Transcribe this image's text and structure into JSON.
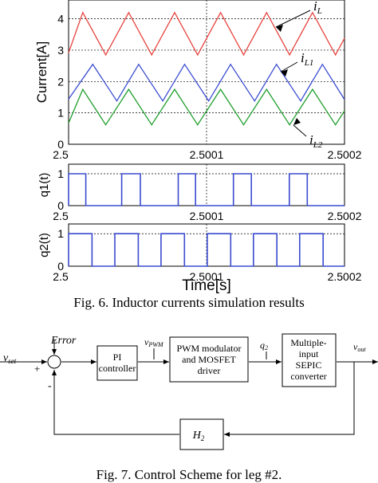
{
  "figure6": {
    "caption": "Fig. 6.    Inductor currents simulation results",
    "x_tick_labels": [
      "2.5",
      "2.5001",
      "2.5002"
    ],
    "xlabel": "Time[s]"
  },
  "chart_data": [
    {
      "type": "line",
      "ylabel": "Current[A]",
      "xlim": [
        2.5,
        2.5002
      ],
      "ylim": [
        0,
        4.6
      ],
      "y_ticks": [
        0,
        1,
        2,
        3,
        4
      ],
      "grid": true,
      "period": 3.33e-05,
      "series": [
        {
          "name": "L",
          "color": "#e8413c",
          "peaks_x": [
            2.5000103,
            2.5000436,
            2.5000769,
            2.5001102,
            2.5001435,
            2.5001768
          ],
          "max": 4.2,
          "min": 2.85,
          "first_valley_x": 2.5
        },
        {
          "name": "L1",
          "color": "#3a4bd0",
          "peaks_x": [
            2.5000175,
            2.5000508,
            2.5000841,
            2.5001174,
            2.5001507,
            2.500184
          ],
          "max": 2.55,
          "min": 1.38,
          "first_valley_x": 2.5
        },
        {
          "name": "L2",
          "color": "#1f9e2c",
          "peaks_x": [
            2.5000103,
            2.5000436,
            2.5000769,
            2.5001102,
            2.5001435,
            2.5001768
          ],
          "max": 1.75,
          "min": 0.62,
          "first_valley_x": 2.5
        }
      ],
      "annotations": [
        {
          "text": "i",
          "sub": "L",
          "target_series": "L"
        },
        {
          "text": "i",
          "sub": "L1",
          "target_series": "L1"
        },
        {
          "text": "i",
          "sub": "L2",
          "target_series": "L2"
        }
      ]
    },
    {
      "type": "line",
      "ylabel": "q1(t)",
      "xlim": [
        2.5,
        2.5002
      ],
      "ylim": [
        0,
        1.3
      ],
      "y_ticks": [
        0,
        1
      ],
      "grid": true,
      "series": [
        {
          "name": "q1",
          "color": "#3a4bd0",
          "high_intervals": [
            [
              2.5,
              2.5000125
            ],
            [
              2.5000385,
              2.500052
            ],
            [
              2.5000795,
              2.500092
            ],
            [
              2.5001195,
              2.5001325
            ],
            [
              2.50016,
              2.500173
            ]
          ]
        }
      ]
    },
    {
      "type": "line",
      "ylabel": "q2(t)",
      "xlim": [
        2.5,
        2.5002
      ],
      "ylim": [
        0,
        1.3
      ],
      "y_ticks": [
        0,
        1
      ],
      "grid": true,
      "series": [
        {
          "name": "q2",
          "color": "#3a4bd0",
          "high_intervals": [
            [
              2.5,
              2.500017
            ],
            [
              2.5000335,
              2.5000505
            ],
            [
              2.500067,
              2.500084
            ],
            [
              2.5001005,
              2.5001175
            ],
            [
              2.500134,
              2.500151
            ],
            [
              2.5001675,
              2.5001845
            ]
          ]
        }
      ]
    }
  ],
  "figure7": {
    "caption": "Fig. 7.    Control Scheme for leg #2.",
    "blocks": {
      "pi": [
        "PI",
        "controller"
      ],
      "pwm": [
        "PWM modulator",
        "and MOSFET",
        "driver"
      ],
      "sepic": [
        "Multiple-",
        "input",
        "SEPIC",
        "converter"
      ],
      "h2": "H",
      "h2_sub": "2"
    },
    "signals": {
      "vset": "v",
      "vset_sub": "set",
      "error": "Error",
      "vpwm": "v",
      "vpwm_sub": "PWM",
      "q2": "q",
      "q2_sub": "2",
      "vout": "v",
      "vout_sub": "out",
      "plus": "+",
      "minus": "-"
    }
  }
}
